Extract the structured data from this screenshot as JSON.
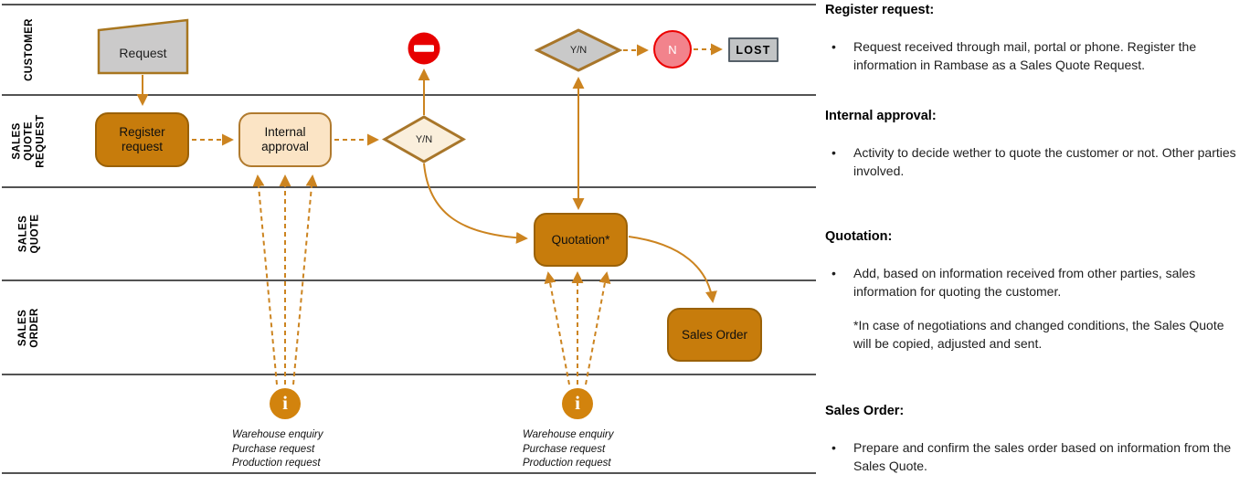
{
  "diagram": {
    "lane_labels": [
      "CUSTOMER",
      "SALES\nQUOTE\nREQUEST",
      "SALES\nQUOTE",
      "SALES ORDER"
    ],
    "nodes": {
      "request": "Request",
      "register_request": "Register request",
      "internal_approval": "Internal approval",
      "decision_internal": "Y/N",
      "decision_customer": "Y/N",
      "no_outcome": "N",
      "lost": "LOST",
      "quotation": "Quotation*",
      "sales_order": "Sales Order",
      "info_glyph_1": "i",
      "info_glyph_2": "i"
    },
    "info_notes": [
      "Warehouse enquiry\nPurchase request\nProduction request",
      "Warehouse enquiry\nPurchase request\nProduction request"
    ]
  },
  "notes": {
    "sections": [
      {
        "heading": "Register request:",
        "bullet": "Request received through mail, portal or phone. Register the information in Rambase as a Sales Quote Request."
      },
      {
        "heading": "Internal approval:",
        "bullet": "Activity to decide wether to quote the customer or not. Other parties involved."
      },
      {
        "heading": "Quotation:",
        "bullet": "Add, based on information received from other parties, sales information for quoting the customer.",
        "extra": "*In case of negotiations and changed conditions, the Sales Quote will be copied, adjusted and sent."
      },
      {
        "heading": "Sales Order:",
        "bullet": "Prepare and confirm the sales order based on information from the Sales Quote."
      }
    ]
  },
  "colors": {
    "process_fill": "#C77C0C",
    "process_border": "#9A6107",
    "peach_fill": "#FBE4C5",
    "peach_light_fill": "#FAEFDC",
    "brown_border": "#A8762A",
    "gray_fill": "#C9C9C9",
    "arrow_orange": "#CC8420",
    "stop_red": "#E70000",
    "pink_fill": "#F2838C",
    "pink_border": "#EC0000",
    "lost_border": "#566069",
    "info_icon_orange": "#D2830D"
  }
}
